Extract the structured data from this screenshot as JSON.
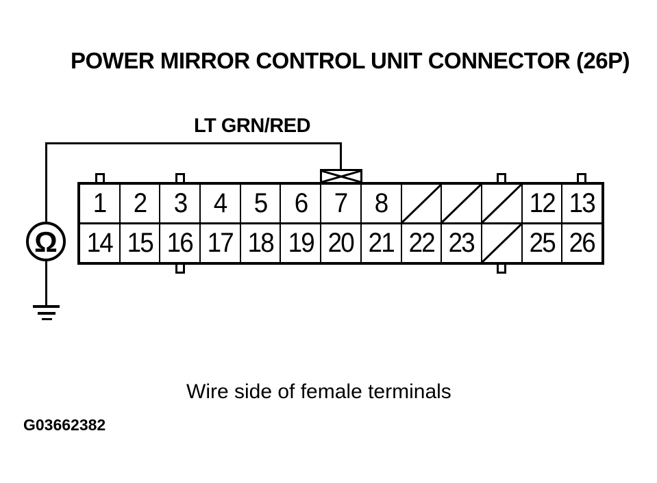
{
  "title": "POWER MIRROR CONTROL UNIT CONNECTOR (26P)",
  "wire_label": "LT GRN/RED",
  "caption": "Wire side of female terminals",
  "figure_id": "G03662382",
  "colors": {
    "ink": "#000000",
    "paper": "#ffffff"
  },
  "symbols": {
    "ohm_glyph": "Ω"
  },
  "connector": {
    "pin_count_label": "26P",
    "rows": [
      {
        "pins": [
          {
            "label": "1"
          },
          {
            "label": "2"
          },
          {
            "label": "3"
          },
          {
            "label": "4"
          },
          {
            "label": "5"
          },
          {
            "label": "6"
          },
          {
            "label": "7"
          },
          {
            "label": "8"
          },
          {
            "slashed": true
          },
          {
            "slashed": true
          },
          {
            "slashed": true
          },
          {
            "label": "12"
          },
          {
            "label": "13"
          }
        ]
      },
      {
        "pins": [
          {
            "label": "14"
          },
          {
            "label": "15"
          },
          {
            "label": "16"
          },
          {
            "label": "17"
          },
          {
            "label": "18"
          },
          {
            "label": "19"
          },
          {
            "label": "20"
          },
          {
            "label": "21"
          },
          {
            "label": "22"
          },
          {
            "label": "23"
          },
          {
            "slashed": true
          },
          {
            "label": "25"
          },
          {
            "label": "26"
          }
        ]
      }
    ]
  }
}
